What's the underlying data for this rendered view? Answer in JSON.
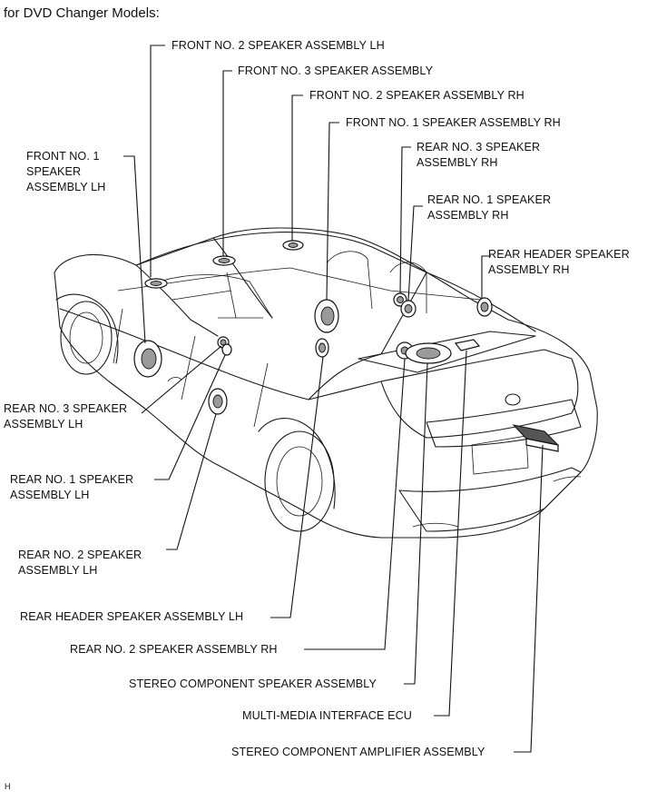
{
  "heading": "for DVD Changer Models:",
  "corner_mark": "H",
  "labels": {
    "front2_lh": "FRONT NO. 2 SPEAKER ASSEMBLY LH",
    "front3": "FRONT NO. 3 SPEAKER ASSEMBLY",
    "front2_rh": "FRONT NO. 2 SPEAKER ASSEMBLY RH",
    "front1_rh": "FRONT NO. 1 SPEAKER ASSEMBLY RH",
    "front1_lh": [
      "FRONT NO. 1",
      "SPEAKER",
      "ASSEMBLY LH"
    ],
    "rear3_rh": [
      "REAR NO. 3 SPEAKER",
      "ASSEMBLY RH"
    ],
    "rear1_rh": [
      "REAR NO. 1 SPEAKER",
      "ASSEMBLY RH"
    ],
    "rear_header_rh": [
      "REAR HEADER SPEAKER",
      "ASSEMBLY RH"
    ],
    "rear3_lh": [
      "REAR NO. 3 SPEAKER",
      "ASSEMBLY LH"
    ],
    "rear1_lh": [
      "REAR NO. 1 SPEAKER",
      "ASSEMBLY LH"
    ],
    "rear2_lh": [
      "REAR NO. 2 SPEAKER",
      "ASSEMBLY LH"
    ],
    "rear_header_lh": "REAR HEADER SPEAKER ASSEMBLY LH",
    "rear2_rh": "REAR NO. 2 SPEAKER ASSEMBLY RH",
    "stereo_speaker": "STEREO COMPONENT SPEAKER ASSEMBLY",
    "mmi_ecu": "MULTI-MEDIA INTERFACE ECU",
    "amplifier": "STEREO COMPONENT AMPLIFIER ASSEMBLY"
  }
}
